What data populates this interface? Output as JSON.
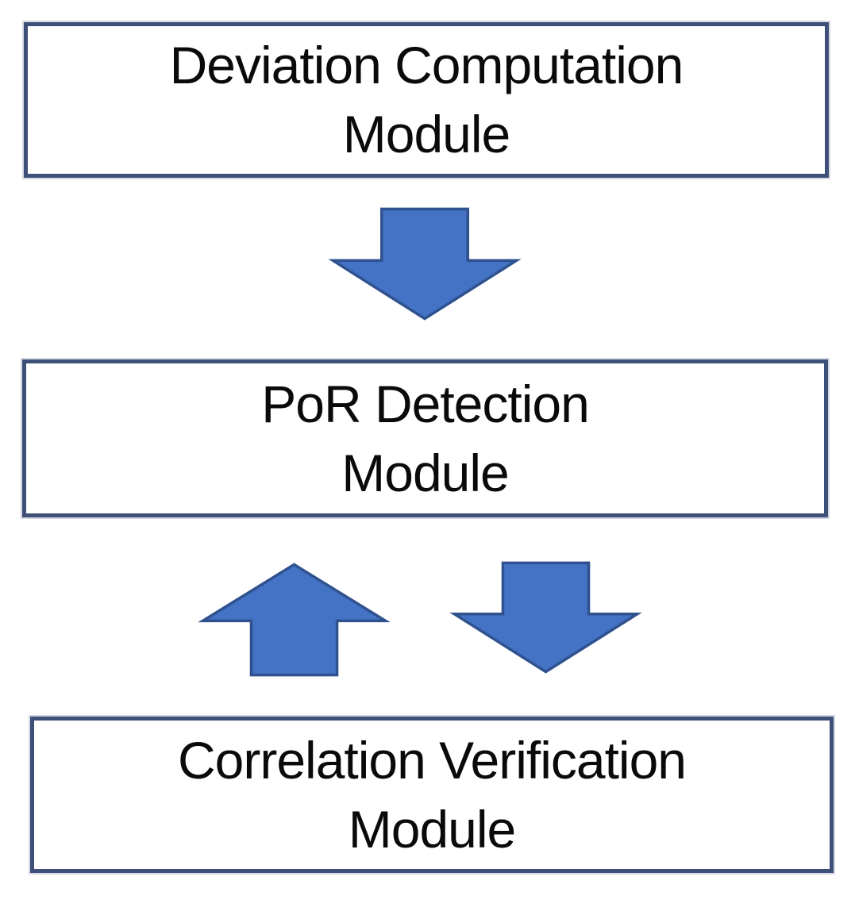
{
  "diagram": {
    "background_color": "#ffffff",
    "colors": {
      "arrow_fill": "#4472C4",
      "arrow_outline": "#2F528F",
      "box_border": "#3E5078",
      "text": "#0A0A0A"
    },
    "nodes": [
      {
        "id": "deviation-computation-module",
        "line1": "Deviation Computation",
        "line2": "Module"
      },
      {
        "id": "por-detection-module",
        "line1": "PoR Detection",
        "line2": "Module"
      },
      {
        "id": "correlation-verification-module",
        "line1": "Correlation Verification",
        "line2": "Module"
      }
    ],
    "arrows": [
      {
        "id": "arrow-down-1",
        "direction": "down",
        "from": "deviation-computation-module",
        "to": "por-detection-module"
      },
      {
        "id": "arrow-up-1",
        "direction": "up",
        "from": "correlation-verification-module",
        "to": "por-detection-module"
      },
      {
        "id": "arrow-down-2",
        "direction": "down",
        "from": "por-detection-module",
        "to": "correlation-verification-module"
      }
    ]
  }
}
